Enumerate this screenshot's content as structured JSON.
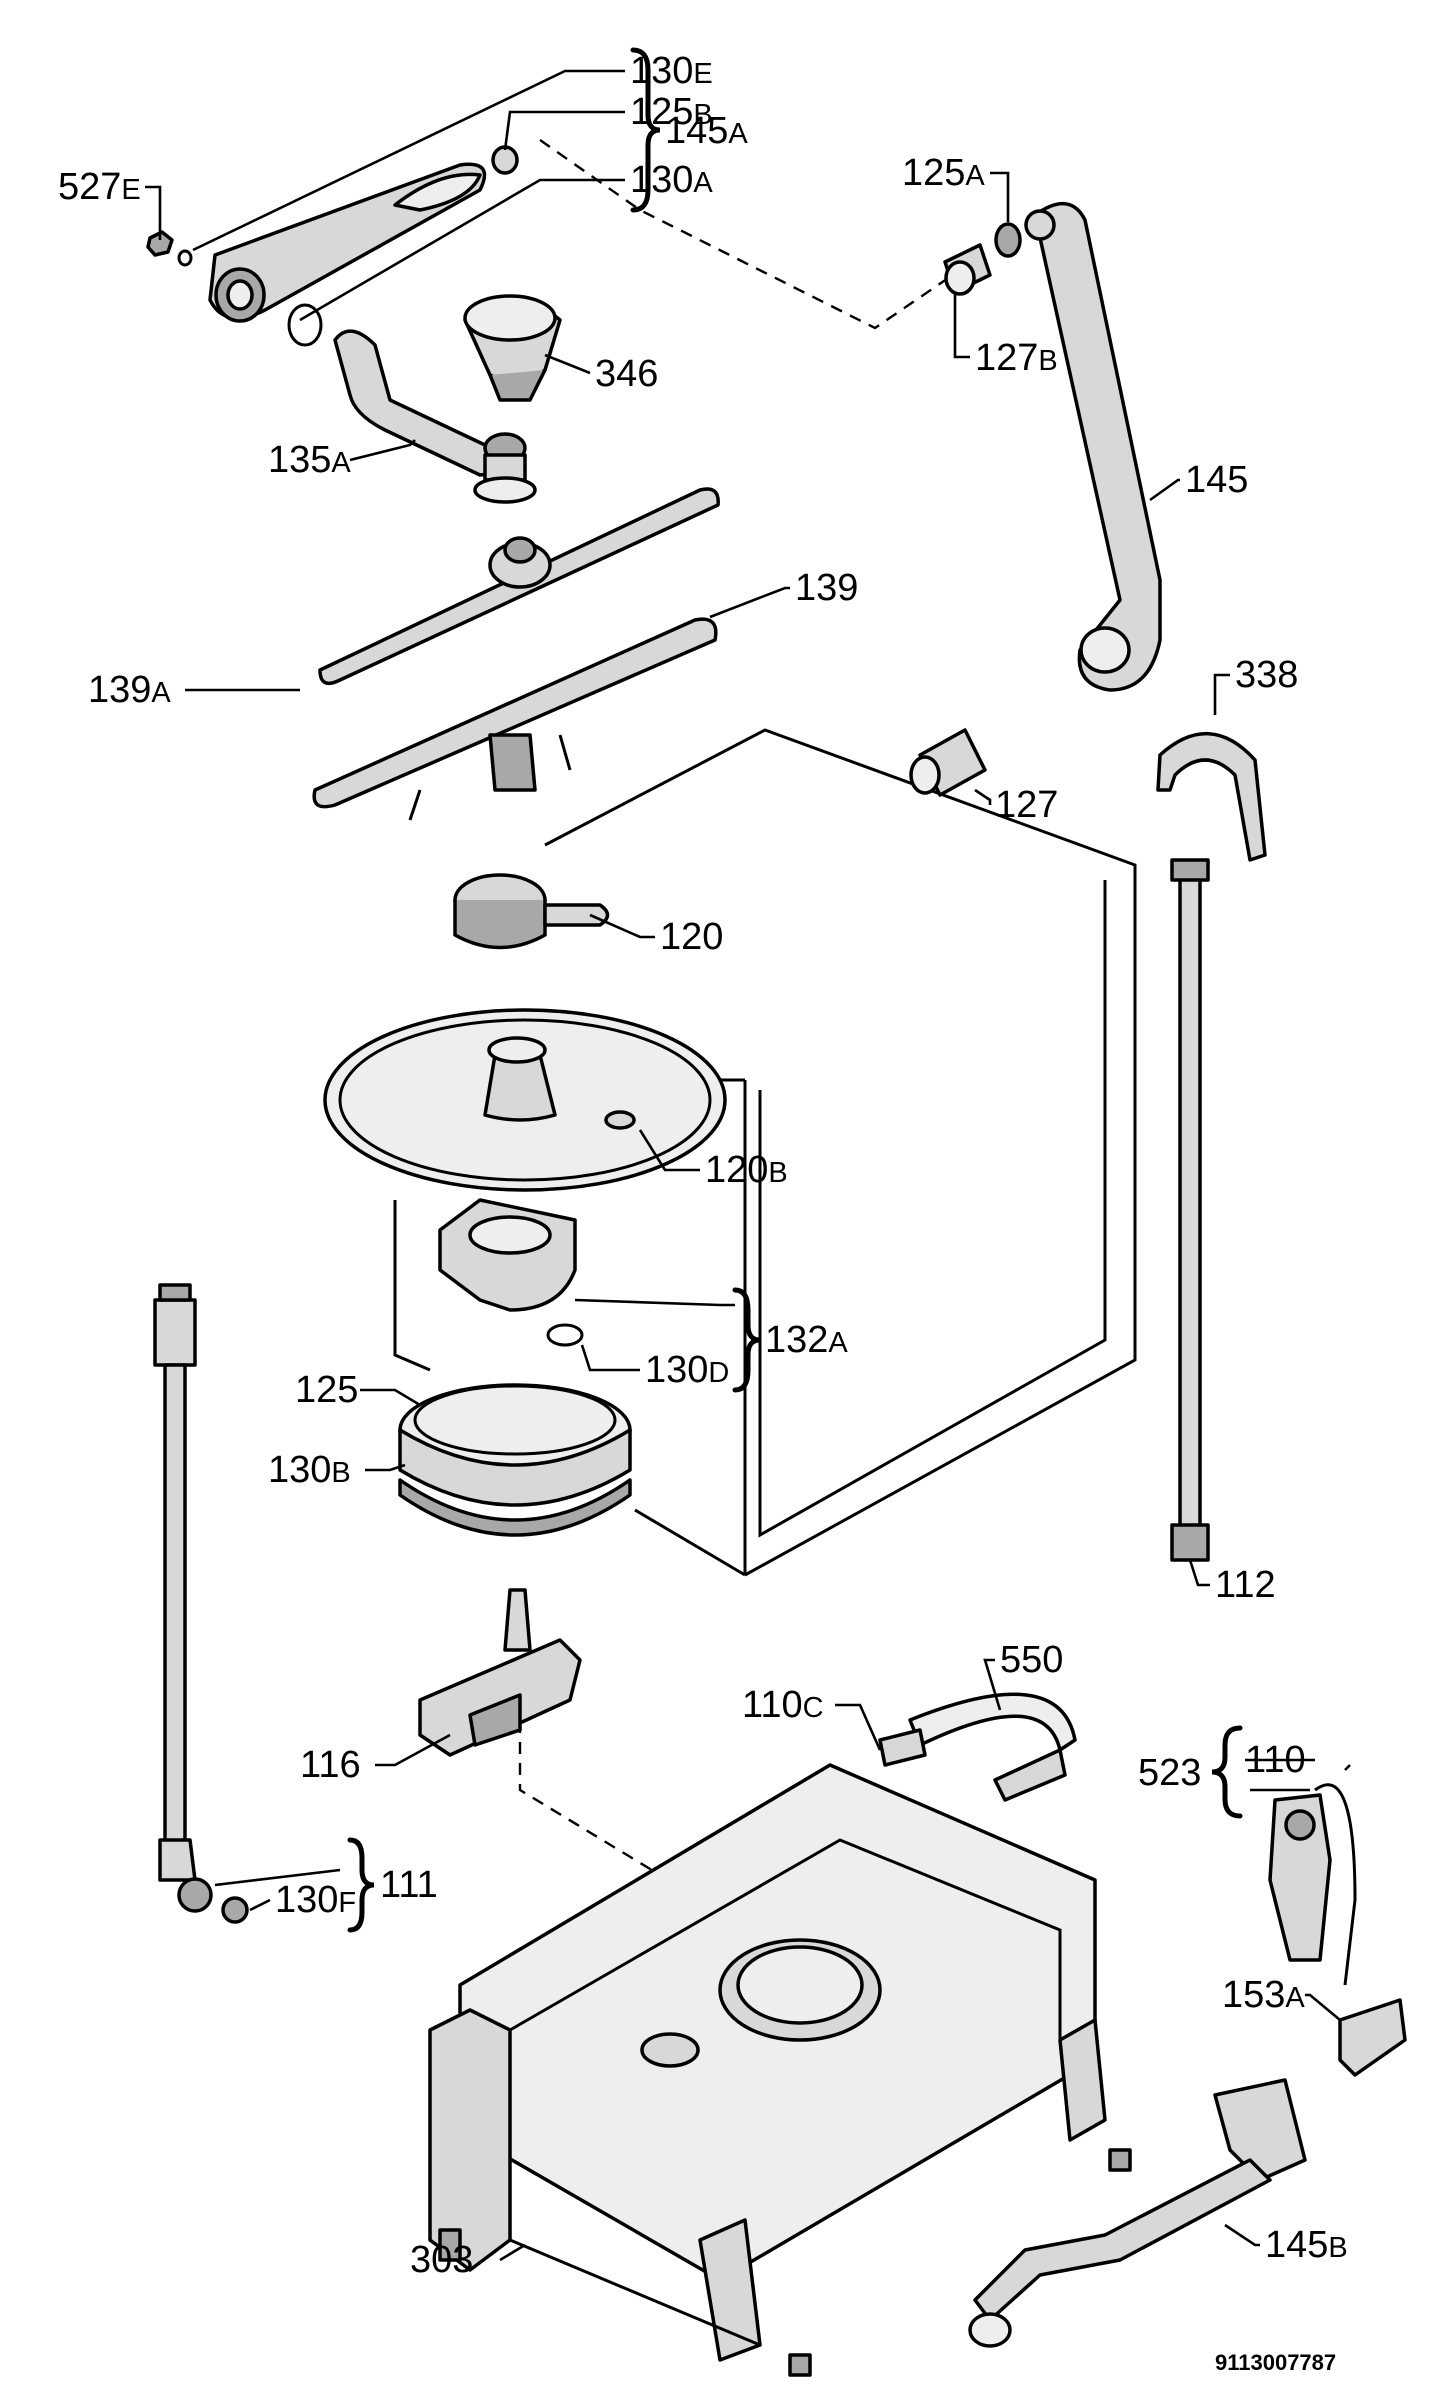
{
  "labels": {
    "p130E": {
      "num": "130",
      "suf": "E"
    },
    "p125B": {
      "num": "125",
      "suf": "B"
    },
    "p145A": {
      "num": "145",
      "suf": "A"
    },
    "p130A": {
      "num": "130",
      "suf": "A"
    },
    "p527E": {
      "num": "527",
      "suf": "E"
    },
    "p125A": {
      "num": "125",
      "suf": "A"
    },
    "p127B": {
      "num": "127",
      "suf": "B"
    },
    "p346": {
      "num": "346",
      "suf": ""
    },
    "p135A": {
      "num": "135",
      "suf": "A"
    },
    "p145": {
      "num": "145",
      "suf": ""
    },
    "p139": {
      "num": "139",
      "suf": ""
    },
    "p139A": {
      "num": "139",
      "suf": "A"
    },
    "p338": {
      "num": "338",
      "suf": ""
    },
    "p127": {
      "num": "127",
      "suf": ""
    },
    "p120": {
      "num": "120",
      "suf": ""
    },
    "p120B": {
      "num": "120",
      "suf": "B"
    },
    "p132A": {
      "num": "132",
      "suf": "A"
    },
    "p130D": {
      "num": "130",
      "suf": "D"
    },
    "p125": {
      "num": "125",
      "suf": ""
    },
    "p130B": {
      "num": "130",
      "suf": "B"
    },
    "p112": {
      "num": "112",
      "suf": ""
    },
    "p550": {
      "num": "550",
      "suf": ""
    },
    "p110C": {
      "num": "110",
      "suf": "C"
    },
    "p116": {
      "num": "116",
      "suf": ""
    },
    "p523": {
      "num": "523",
      "suf": ""
    },
    "p110": {
      "num": "110",
      "suf": ""
    },
    "p111": {
      "num": "111",
      "suf": ""
    },
    "p130F": {
      "num": "130",
      "suf": "F"
    },
    "p153A": {
      "num": "153",
      "suf": "A"
    },
    "p303": {
      "num": "303",
      "suf": ""
    },
    "p145B": {
      "num": "145",
      "suf": "B"
    }
  },
  "drawing_code": "9113007787"
}
